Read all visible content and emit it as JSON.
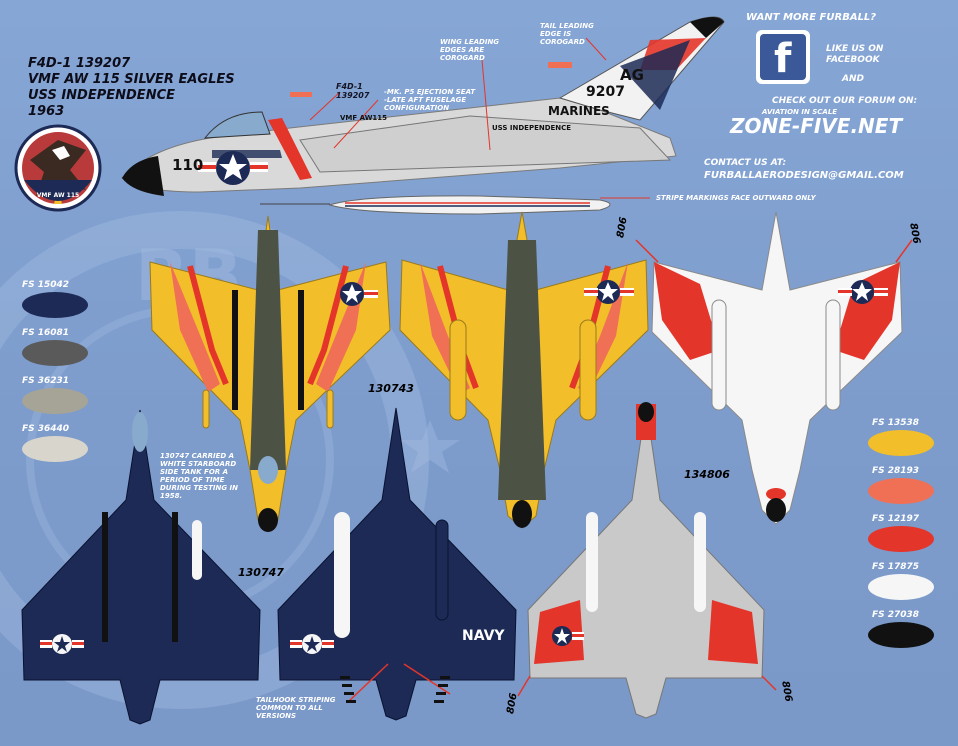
{
  "title": {
    "line1": "F4D-1 139207",
    "line2": "VMF AW 115 SILVER EAGLES",
    "line3": "USS INDEPENDENCE",
    "line4": "1963"
  },
  "squadron_patch_text": "VMF AW 115",
  "callouts": {
    "tail_leading_edge": "TAIL LEADING\nEDGE IS\nCOROGARD",
    "wing_leading_edges": "WING LEADING\nEDGES ARE\nCOROGARD",
    "serial_small": "F4D-1\n139207",
    "ejection_seat": "-MK. P5 EJECTION SEAT\n-LATE AFT FUSELAGE\nCONFIGURATION",
    "stripe_markings": "STRIPE MARKINGS FACE OUTWARD ONLY",
    "side_tank": "130747 CARRIED A\nWHITE STARBOARD\nSIDE TANK FOR A\nPERIOD OF TIME\nDURING TESTING IN\n1958.",
    "tailhook": "TAILHOOK STRIPING\nCOMMON TO ALL\nVERSIONS"
  },
  "aircraft_markings": {
    "tail_code": "AG",
    "tail_number": "9207",
    "service": "MARINES",
    "squadron_fuselage": "VMF AW115",
    "ship": "USS INDEPENDENCE",
    "modex": "110",
    "navy": "NAVY"
  },
  "serials": {
    "yellow": "130743",
    "white": "134806",
    "blue": "130747",
    "modex_806": "806"
  },
  "promo": {
    "want_more": "WANT MORE FURBALL?",
    "facebook_icon": "facebook-f-icon",
    "like_us_1": "LIKE US ON",
    "like_us_2": "FACEBOOK",
    "and": "AND",
    "forum": "CHECK OUT OUR FORUM ON:",
    "aviation_in_scale": "AVIATION IN SCALE",
    "zone_five": "ZONE-FIVE.NET",
    "contact": "CONTACT US AT:",
    "email": "FURBALLAERODESIGN@GMAIL.COM"
  },
  "swatches_left": [
    {
      "label": "FS 15042",
      "color": "#1c2a55"
    },
    {
      "label": "FS 16081",
      "color": "#5a5a5a"
    },
    {
      "label": "FS 36231",
      "color": "#a6a496"
    },
    {
      "label": "FS 36440",
      "color": "#d8d6cc"
    }
  ],
  "swatches_right": [
    {
      "label": "FS 13538",
      "color": "#f2be2a"
    },
    {
      "label": "FS 28193",
      "color": "#f07055"
    },
    {
      "label": "FS 12197",
      "color": "#e4352a"
    },
    {
      "label": "FS 17875",
      "color": "#f6f6f6"
    },
    {
      "label": "FS 27038",
      "color": "#111111"
    }
  ],
  "colors": {
    "background": "#7e9ed0",
    "navy_blue": "#1c2a55",
    "yellow": "#f2be2a",
    "orange": "#f07055",
    "red": "#e4352a",
    "olive": "#4c5244",
    "gull_gray": "#c9c9c9"
  }
}
